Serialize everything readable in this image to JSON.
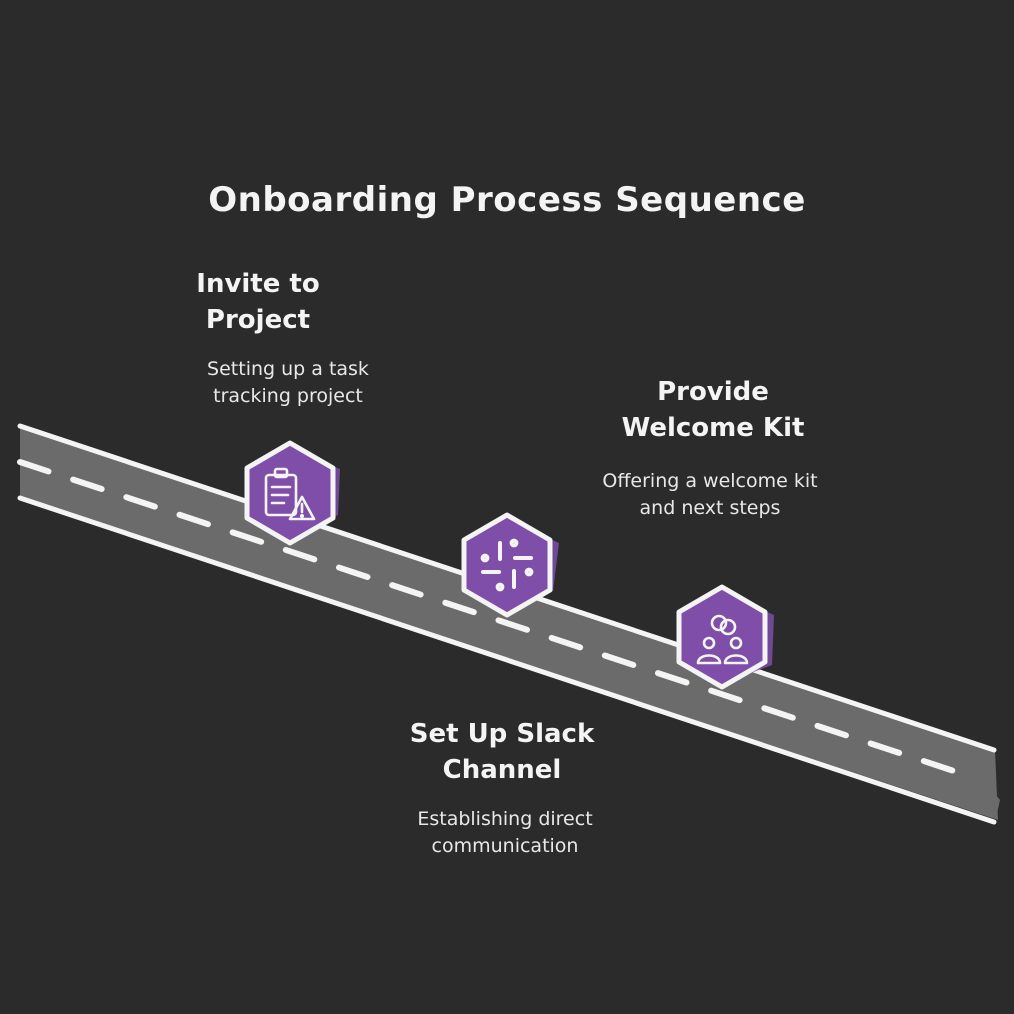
{
  "title": "Onboarding Process Sequence",
  "colors": {
    "background": "#2b2b2b",
    "road": "#6b6b6b",
    "road_edge": "#f4f4f4",
    "marker_fill": "#7e4ea8",
    "marker_stroke": "#f4f4f4",
    "text": "#f4f4f4"
  },
  "steps": [
    {
      "title": "Invite to Project",
      "description": "Setting up a task tracking project",
      "icon": "clipboard-alert-icon"
    },
    {
      "title": "Set Up Slack Channel",
      "description": "Establishing direct communication",
      "icon": "slack-icon"
    },
    {
      "title": "Provide Welcome Kit",
      "description": "Offering a welcome kit and next steps",
      "icon": "people-link-icon"
    }
  ]
}
